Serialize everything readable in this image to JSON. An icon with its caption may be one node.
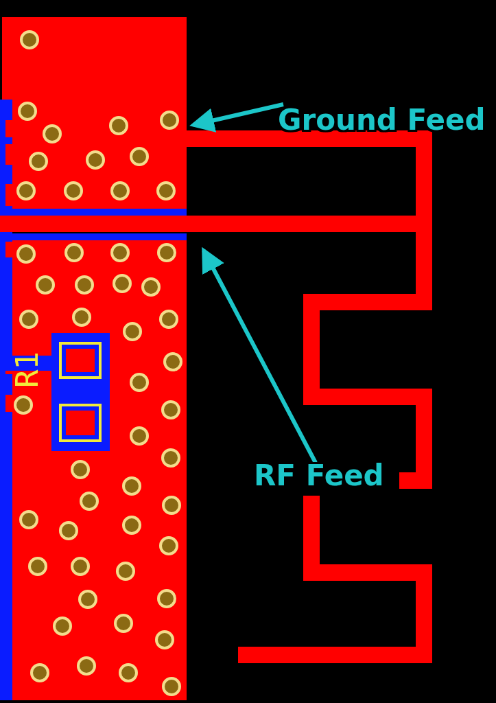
{
  "diagram": {
    "nodes": [
      {
        "text": [
          "Ground Feed"
        ]
      },
      {
        "text": [
          "RF Feed"
        ]
      }
    ],
    "edges": [
      {
        "from": 0,
        "to": null,
        "arrow": "to"
      },
      {
        "from": 1,
        "to": null,
        "arrow": "to"
      }
    ],
    "labels": [
      "R1"
    ]
  }
}
